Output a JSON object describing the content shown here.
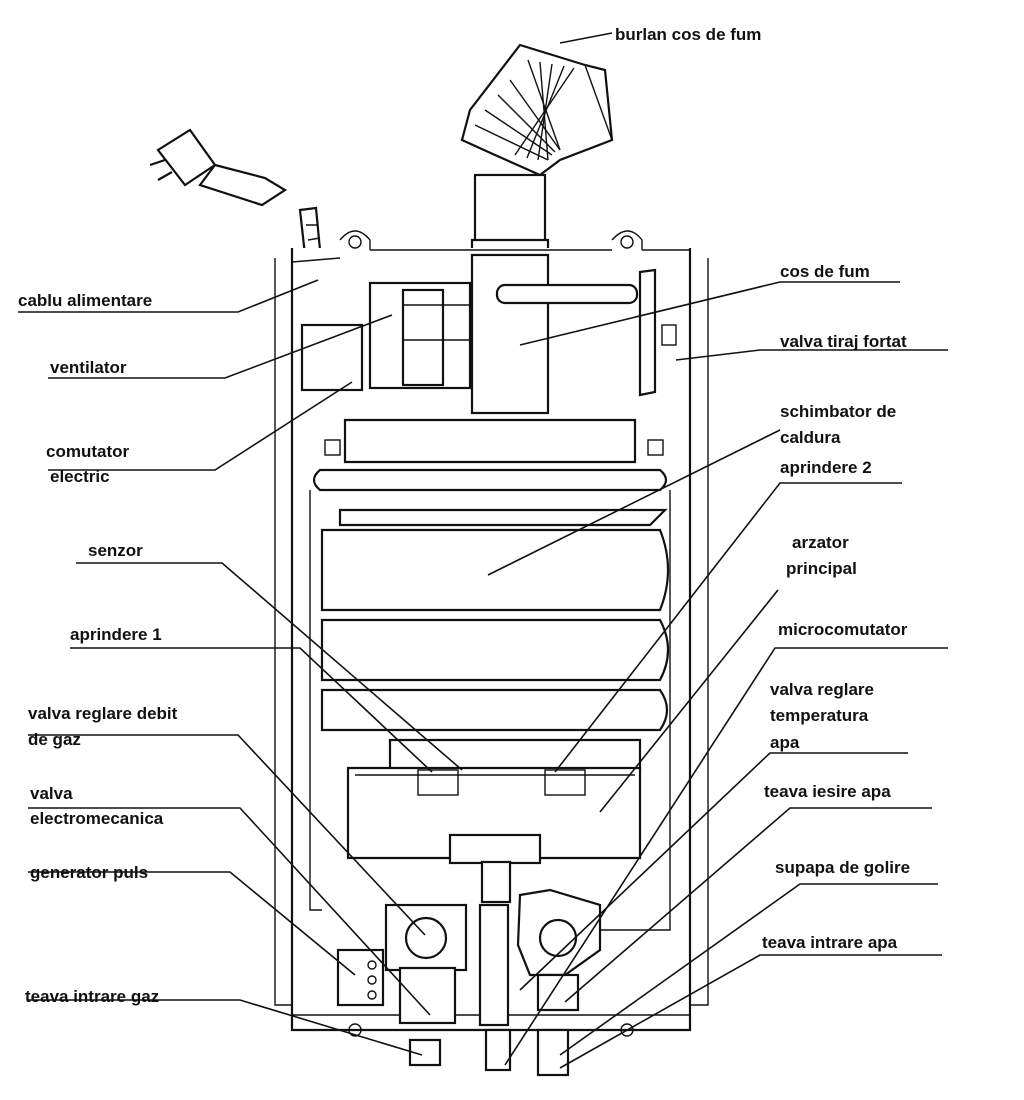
{
  "labels": {
    "burlan_cos_de_fum": "burlan cos de fum",
    "cablu_alimentare": "cablu alimentare",
    "ventilator": "ventilator",
    "comutator_1": "comutator",
    "comutator_2": "electric",
    "senzor": "senzor",
    "aprindere_1": "aprindere 1",
    "valva_debit_1": "valva reglare debit",
    "valva_debit_2": "de gaz",
    "valva_electro_1": "valva",
    "valva_electro_2": "electromecanica",
    "generator_puls": "generator puls",
    "teava_intrare_gaz": "teava intrare gaz",
    "cos_de_fum": "cos de fum",
    "valva_tiraj_fortat": "valva tiraj fortat",
    "schimbator_1": "schimbator de",
    "schimbator_2": "caldura",
    "aprindere_2": "aprindere 2",
    "arzator_1": "arzator",
    "arzator_2": "principal",
    "microcomutator": "microcomutator",
    "valva_temp_1": "valva reglare",
    "valva_temp_2": "temperatura",
    "valva_temp_3": "apa",
    "teava_iesire_apa": "teava iesire apa",
    "supapa_de_golire": "supapa de golire",
    "teava_intrare_apa": "teava intrare apa"
  }
}
